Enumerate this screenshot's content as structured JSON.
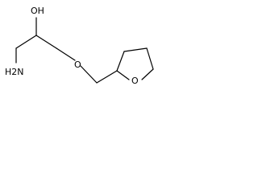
{
  "structure": {
    "atoms": {
      "hydroxyl": "OH",
      "amino": "H2N",
      "ether_oxygen": "O",
      "ring_oxygen": "O"
    }
  },
  "colors": {
    "bond": "#000000",
    "background": "#ffffff"
  }
}
